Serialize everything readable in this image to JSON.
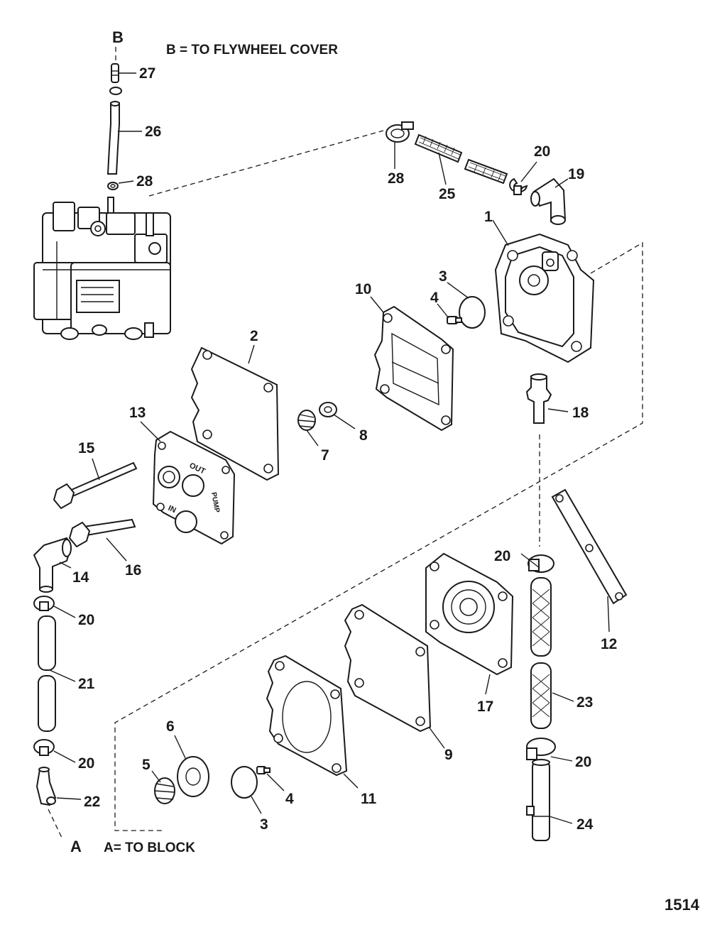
{
  "notes": {
    "b_letter": "B",
    "b_note": "B = TO FLYWHEEL COVER",
    "a_letter": "A",
    "a_note": "A= TO BLOCK"
  },
  "figure_id": "1514",
  "callouts": {
    "c27": "27",
    "c26": "26",
    "c28a": "28",
    "c28b": "28",
    "c25": "25",
    "c20a": "20",
    "c19": "19",
    "c1": "1",
    "c3a": "3",
    "c4a": "4",
    "c10": "10",
    "c2": "2",
    "c13": "13",
    "c15": "15",
    "c7": "7",
    "c8": "8",
    "c18": "18",
    "c14": "14",
    "c16": "16",
    "c20b": "20",
    "c20c": "20",
    "c21": "21",
    "c20d": "20",
    "c22": "22",
    "c20e": "20",
    "c12": "12",
    "c17": "17",
    "c23": "23",
    "c9": "9",
    "c6": "6",
    "c5": "5",
    "c3b": "3",
    "c4b": "4",
    "c11": "11",
    "c24": "24"
  },
  "cover_markings": {
    "out": "OUT",
    "in": "IN",
    "pump": "PUMP"
  }
}
